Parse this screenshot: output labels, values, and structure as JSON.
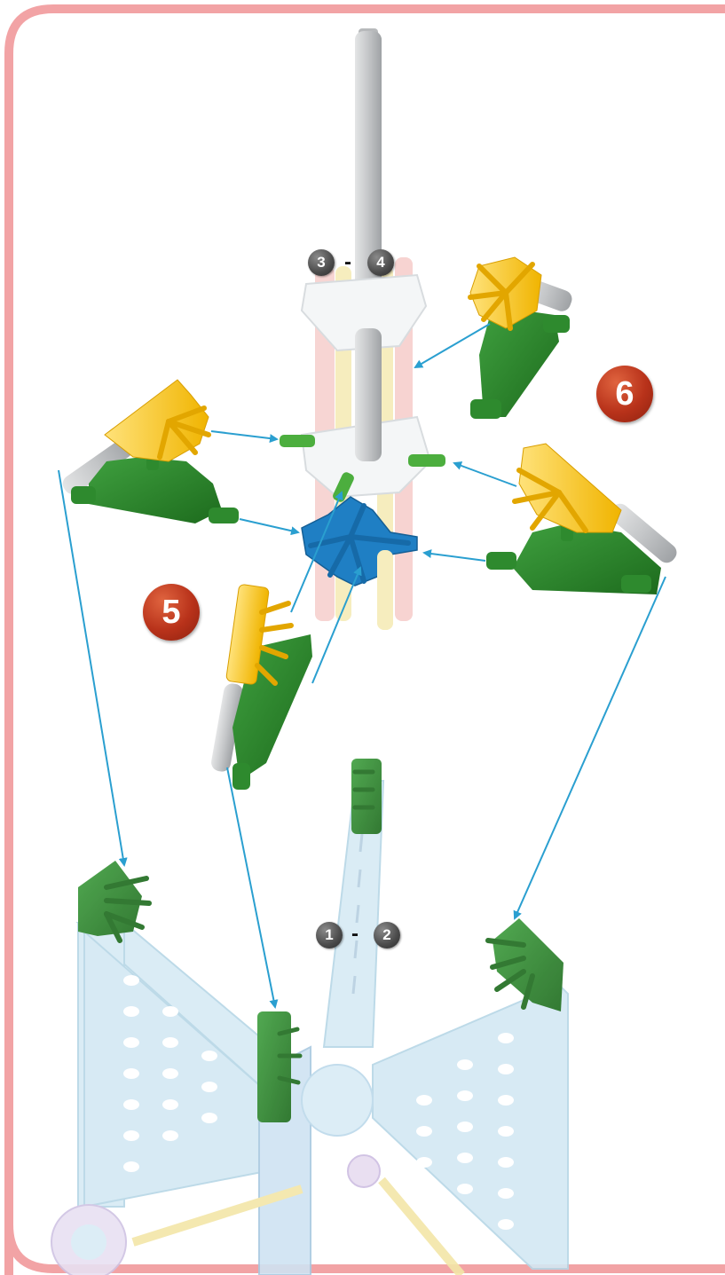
{
  "steps": {
    "step5": "5",
    "step6": "6"
  },
  "references": {
    "upper": {
      "from": "3",
      "to": "4",
      "separator": "-"
    },
    "lower": {
      "from": "1",
      "to": "2",
      "separator": "-"
    }
  },
  "colors": {
    "frame_border": "#f2a3a5",
    "arrow": "#2a9fd0",
    "green_part": "#2e8a2e",
    "yellow_part": "#f6c81e",
    "blue_connector": "#1f7fc4",
    "grey_rod": "#c9cbcd",
    "clear_panel": "#cfe6f2",
    "step_badge": "#b8321a",
    "ref_badge": "#4a4a4a"
  },
  "icons": [
    "step-badge",
    "reference-badge",
    "assembly-arrow"
  ]
}
